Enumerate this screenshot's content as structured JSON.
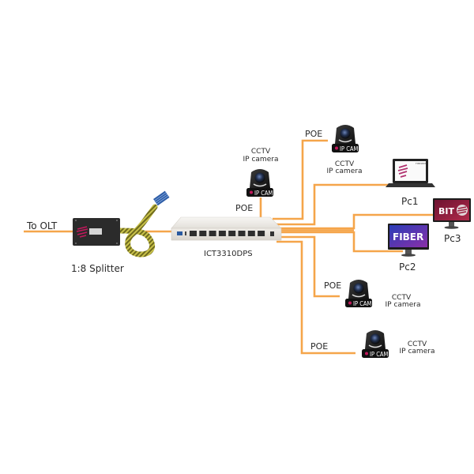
{
  "diagram": {
    "type": "network-topology",
    "colors": {
      "cable": "#f5a54a",
      "device_dark": "#2b2b2b",
      "switch_body": "#ece9e4",
      "cam_brand": "#c2185b",
      "pc3_screen": "#8e1b3a",
      "pc2_screen": "#3b3fb0",
      "laptop_logo": "#b0306e"
    },
    "labels": {
      "to_olt": "To OLT",
      "splitter": "1:8 Splitter",
      "switch": "ICT3310DPS",
      "poe": "POE",
      "cctv": "CCTV",
      "ip_camera": "IP camera",
      "ip_cam_badge": "IP CAM",
      "pc1": "Pc1",
      "pc2": "Pc2",
      "pc3": "Pc3",
      "pc2_screen_text": "FIBER",
      "pc3_screen_text": "BIT",
      "laptop_brand": "FIBERBIT"
    },
    "nodes": [
      {
        "id": "olt",
        "label": "To OLT"
      },
      {
        "id": "splitter",
        "label": "1:8 Splitter"
      },
      {
        "id": "switch",
        "label": "ICT3310DPS"
      },
      {
        "id": "cam1",
        "label": "CCTV IP camera",
        "link": "POE"
      },
      {
        "id": "cam2",
        "label": "CCTV IP camera",
        "link": "POE"
      },
      {
        "id": "pc1",
        "label": "Pc1"
      },
      {
        "id": "pc3",
        "label": "Pc3"
      },
      {
        "id": "pc2",
        "label": "Pc2"
      },
      {
        "id": "cam3",
        "label": "CCTV IP camera",
        "link": "POE"
      },
      {
        "id": "cam4",
        "label": "CCTV IP camera",
        "link": "POE"
      }
    ]
  }
}
